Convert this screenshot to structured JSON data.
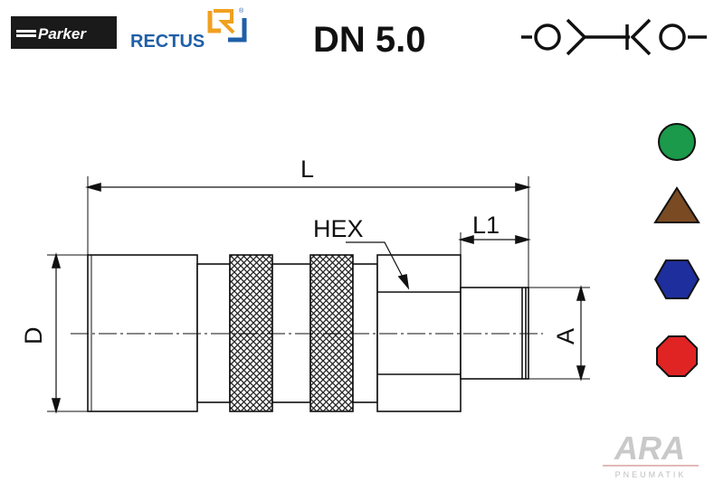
{
  "header": {
    "brand_parker": "Parker",
    "brand_rectus": "RECTUS",
    "registered_mark": "®",
    "size_label": "DN 5.0"
  },
  "drawing": {
    "dim_length": "L",
    "dim_hex": "HEX",
    "dim_l1": "L1",
    "dim_diameter": "D",
    "dim_a": "A"
  },
  "legend": {
    "items": [
      {
        "shape": "circle",
        "color": "#1a9a4a"
      },
      {
        "shape": "triangle",
        "color": "#7a4a22"
      },
      {
        "shape": "hexagon",
        "color": "#1e2e9c"
      },
      {
        "shape": "octagon",
        "color": "#e02424"
      }
    ]
  },
  "watermark": {
    "line1": "ARA",
    "line2": "PNEUMATIK",
    "color": "#c9c9c9",
    "accent": "#d9a0a0"
  },
  "colors": {
    "line": "#111111",
    "rectus_blue": "#1f5fa8",
    "rectus_orange": "#f0a020"
  }
}
